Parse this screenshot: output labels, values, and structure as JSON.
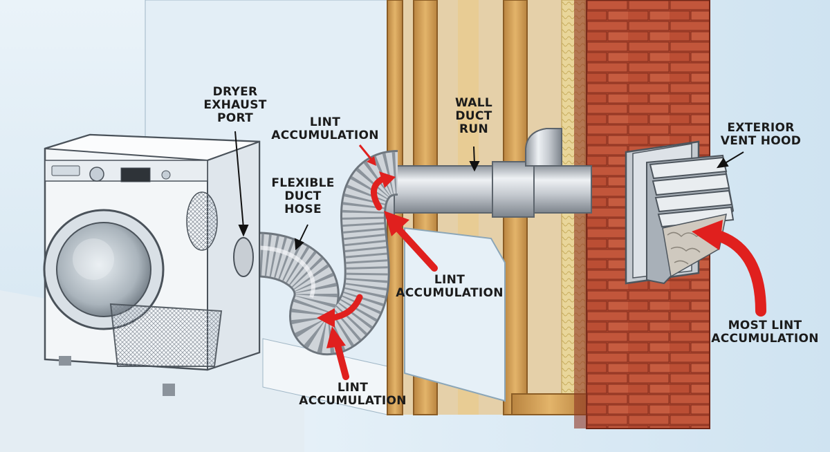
{
  "labels": {
    "dryer_exhaust_port": [
      "DRYER",
      "EXHAUST",
      "PORT"
    ],
    "flexible_duct_hose": [
      "FLEXIBLE",
      "DUCT",
      "HOSE"
    ],
    "lint_accumulation_top": [
      "LINT",
      "ACCUMULATION"
    ],
    "wall_duct_run": [
      "WALL",
      "DUCT",
      "RUN"
    ],
    "exterior_vent_hood": [
      "EXTERIOR",
      "VENT HOOD"
    ],
    "lint_accumulation_mid": [
      "LINT",
      "ACCUMULATION"
    ],
    "lint_accumulation_bottom": [
      "LINT",
      "ACCUMULATION"
    ],
    "most_lint_accumulation": [
      "MOST LINT",
      "ACCUMULATION"
    ]
  },
  "colors": {
    "arrow_red": "#e0201e",
    "brick": "#b5452e",
    "wood": "#d6a45a",
    "duct_metal": "#c9ced4",
    "wall": "#dbe9f3"
  }
}
